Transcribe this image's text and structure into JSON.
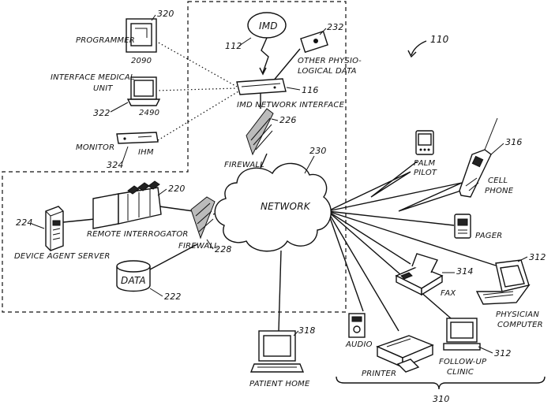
{
  "figure_number": "110",
  "nodes": {
    "imd": {
      "label": "IMD",
      "ref": "112"
    },
    "other_physio": {
      "label_line1": "OTHER PHYSIO-",
      "label_line2": "LOGICAL DATA",
      "ref": "232"
    },
    "imd_network_interface": {
      "label": "IMD NETWORK INTERFACE",
      "ref": "116"
    },
    "programmer": {
      "label": "PROGRAMMER",
      "ref": "320",
      "model": "2090"
    },
    "interface_medical_unit": {
      "label_line1": "INTERFACE MEDICAL",
      "label_line2": "UNIT",
      "ref": "322",
      "model": "2490"
    },
    "monitor": {
      "label": "MONITOR",
      "ref": "324",
      "model": "IHM"
    },
    "firewall_top": {
      "label": "FIREWALL",
      "ref": "226"
    },
    "network": {
      "label": "NETWORK",
      "ref": "230"
    },
    "firewall_left": {
      "label": "FIREWALL",
      "ref": "228"
    },
    "remote_interrogator": {
      "label": "REMOTE INTERROGATOR",
      "ref": "220"
    },
    "device_agent_server": {
      "label": "DEVICE AGENT SERVER",
      "ref": "224"
    },
    "data": {
      "label": "DATA",
      "ref": "222"
    },
    "patient_home": {
      "label": "PATIENT HOME",
      "ref": "318"
    },
    "palm_pilot": {
      "label_line1": "PALM",
      "label_line2": "PILOT"
    },
    "cell_phone": {
      "label_line1": "CELL",
      "label_line2": "PHONE",
      "ref": "316"
    },
    "pager": {
      "label": "PAGER"
    },
    "fax": {
      "label": "FAX",
      "ref": "314"
    },
    "physician_computer": {
      "label_line1": "PHYSICIAN",
      "label_line2": "COMPUTER",
      "ref": "312"
    },
    "audio": {
      "label": "AUDIO"
    },
    "printer": {
      "label": "PRINTER"
    },
    "follow_up_clinic": {
      "label_line1": "FOLLOW-UP",
      "label_line2": "CLINIC",
      "ref": "312"
    },
    "remote_group": {
      "ref": "310"
    }
  }
}
